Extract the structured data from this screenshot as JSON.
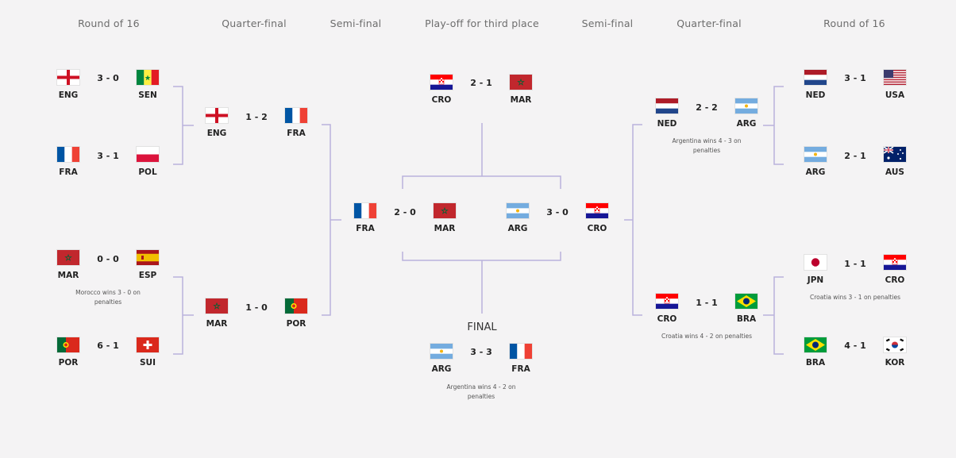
{
  "headers": {
    "r16_left": "Round of 16",
    "qf_left": "Quarter-final",
    "sf_left": "Semi-final",
    "third": "Play-off for third place",
    "sf_right": "Semi-final",
    "qf_right": "Quarter-final",
    "r16_right": "Round of 16"
  },
  "final_title": "FINAL",
  "matches": {
    "r16_l1": {
      "home": "ENG",
      "away": "SEN",
      "score": "3 - 0"
    },
    "r16_l2": {
      "home": "FRA",
      "away": "POL",
      "score": "3 - 1"
    },
    "r16_l3": {
      "home": "MAR",
      "away": "ESP",
      "score": "0 - 0",
      "note": "Morocco wins 3 - 0 on penalties"
    },
    "r16_l4": {
      "home": "POR",
      "away": "SUI",
      "score": "6 - 1"
    },
    "qf_l1": {
      "home": "ENG",
      "away": "FRA",
      "score": "1 - 2"
    },
    "qf_l2": {
      "home": "MAR",
      "away": "POR",
      "score": "1 - 0"
    },
    "sf_l": {
      "home": "FRA",
      "away": "MAR",
      "score": "2 - 0"
    },
    "third": {
      "home": "CRO",
      "away": "MAR",
      "score": "2 - 1"
    },
    "final": {
      "home": "ARG",
      "away": "FRA",
      "score": "3 - 3",
      "note": "Argentina wins 4 - 2 on penalties"
    },
    "sf_r": {
      "home": "ARG",
      "away": "CRO",
      "score": "3 - 0"
    },
    "qf_r1": {
      "home": "NED",
      "away": "ARG",
      "score": "2 - 2",
      "note": "Argentina wins 4 - 3 on penalties"
    },
    "qf_r2": {
      "home": "CRO",
      "away": "BRA",
      "score": "1 - 1",
      "note": "Croatia wins 4 - 2 on penalties"
    },
    "r16_r1": {
      "home": "NED",
      "away": "USA",
      "score": "3 - 1"
    },
    "r16_r2": {
      "home": "ARG",
      "away": "AUS",
      "score": "2 - 1"
    },
    "r16_r3": {
      "home": "JPN",
      "away": "CRO",
      "score": "1 - 1",
      "note": "Croatia wins 3 - 1 on penalties"
    },
    "r16_r4": {
      "home": "BRA",
      "away": "KOR",
      "score": "4 - 1"
    }
  },
  "colors": {
    "bracket_line": "#b9b2dc",
    "background": "#f4f3f4"
  }
}
